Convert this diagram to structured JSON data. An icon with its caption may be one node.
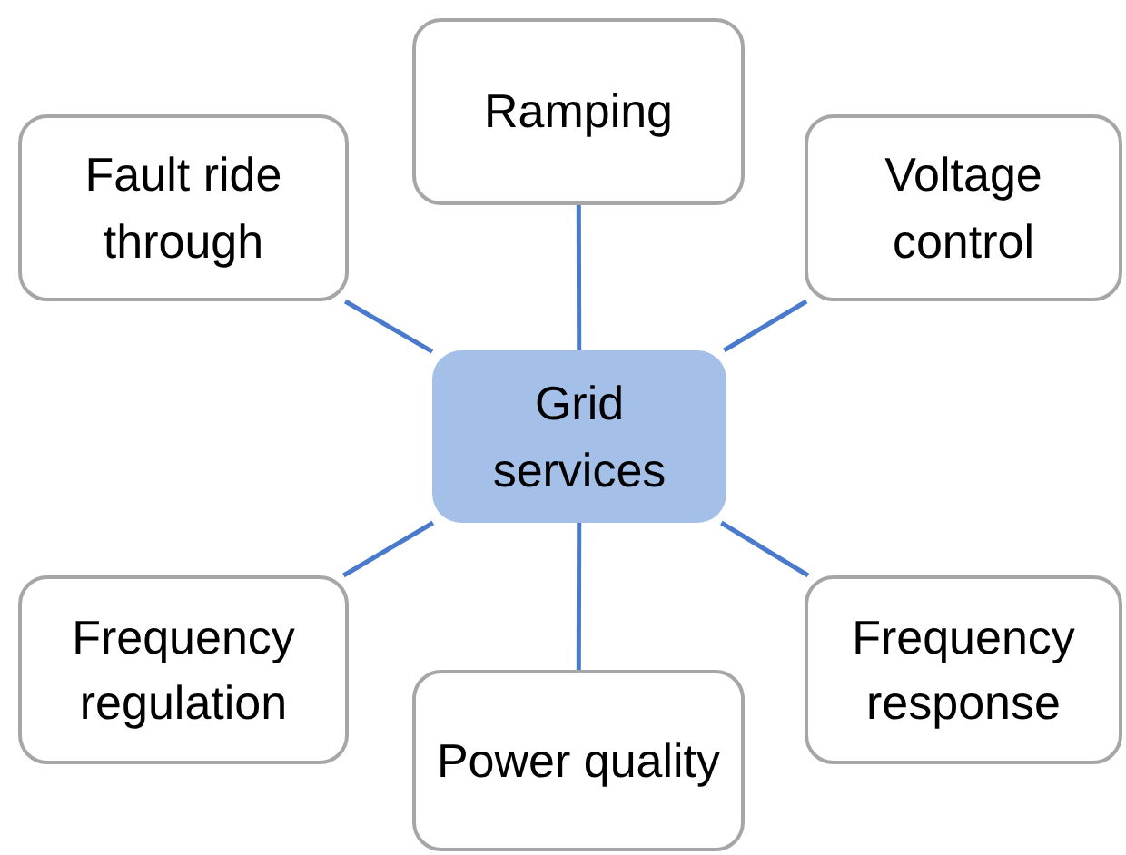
{
  "diagram": {
    "nodes": [
      {
        "text": [
          "Ramping"
        ]
      },
      {
        "text": [
          "Fault ride through"
        ]
      },
      {
        "text": [
          "Voltage control"
        ]
      },
      {
        "text": [
          "Grid services"
        ]
      },
      {
        "text": [
          "Frequency regulation"
        ]
      },
      {
        "text": [
          "Frequency response"
        ]
      },
      {
        "text": [
          "Power quality"
        ]
      }
    ],
    "edges": [
      {
        "from": 3,
        "to": 0,
        "arrow": "none"
      },
      {
        "from": 3,
        "to": 1,
        "arrow": "none"
      },
      {
        "from": 3,
        "to": 2,
        "arrow": "none"
      },
      {
        "from": 3,
        "to": 4,
        "arrow": "none"
      },
      {
        "from": 3,
        "to": 5,
        "arrow": "none"
      },
      {
        "from": 3,
        "to": 6,
        "arrow": "none"
      }
    ]
  }
}
